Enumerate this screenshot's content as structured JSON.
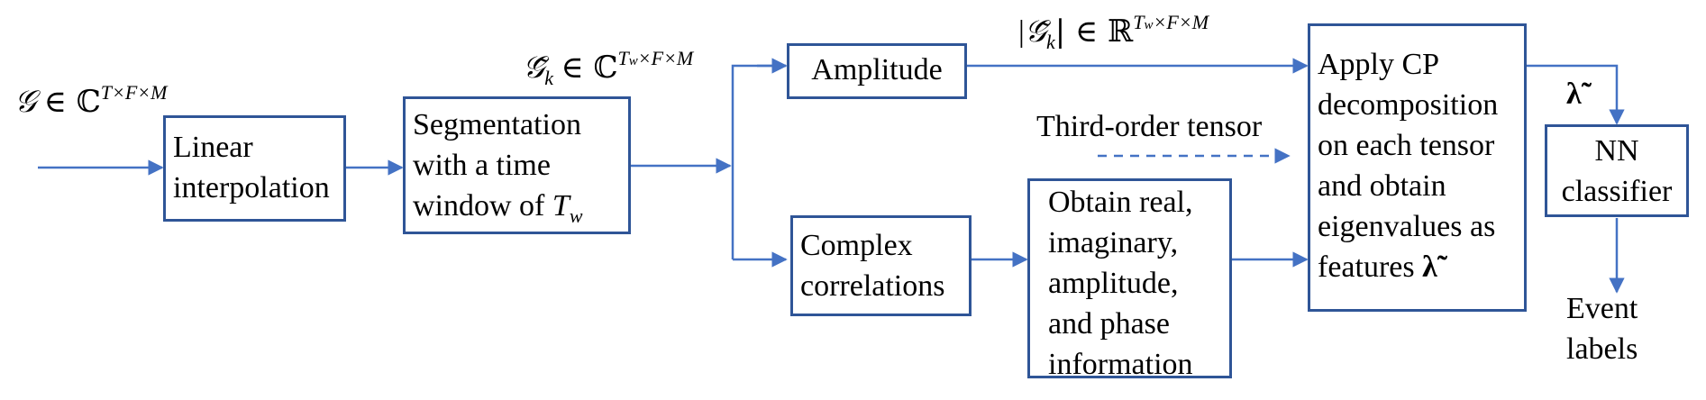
{
  "boxes": {
    "linear_interpolation": [
      "Linear",
      "interpolation"
    ],
    "segmentation": [
      "Segmentation",
      "with a time",
      "window of "
    ],
    "amplitude": [
      "Amplitude"
    ],
    "complex_correlations": [
      "Complex",
      "correlations"
    ],
    "obtain_info": [
      "Obtain real,",
      "imaginary,",
      "amplitude,",
      "and phase",
      "information"
    ],
    "cp_decomposition": [
      "Apply CP",
      "decomposition",
      "on each tensor",
      "and obtain",
      "eigenvalues as",
      "features "
    ],
    "nn_classifier": [
      "NN",
      "classifier"
    ]
  },
  "labels": {
    "input_symbol": "𝒢",
    "input_set": "∈ ℂ",
    "input_dims": "T×F×M",
    "segment_symbol": "𝒢̃",
    "segment_sub": "k",
    "segment_set": "∈ ℂ",
    "segment_dims": "T",
    "segment_dims_sub": "w",
    "segment_dims_rest": "×F×M",
    "window_symbol": "T",
    "window_sub": "w",
    "amplitude_open": "|",
    "amplitude_symbol": "𝒢̃",
    "amplitude_sub": "k",
    "amplitude_close": "| ∈ ℝ",
    "amplitude_dims": "T",
    "amplitude_dims_sub": "w",
    "amplitude_dims_rest": "×F×M",
    "third_order_tensor": "Third-order tensor",
    "lambda_symbol": "λ̃",
    "features_symbol": "λ̃",
    "event_labels": [
      "Event",
      "labels"
    ]
  },
  "colors": {
    "stroke": "#2F5597",
    "arrow": "#4472C4",
    "text": "#000000"
  }
}
